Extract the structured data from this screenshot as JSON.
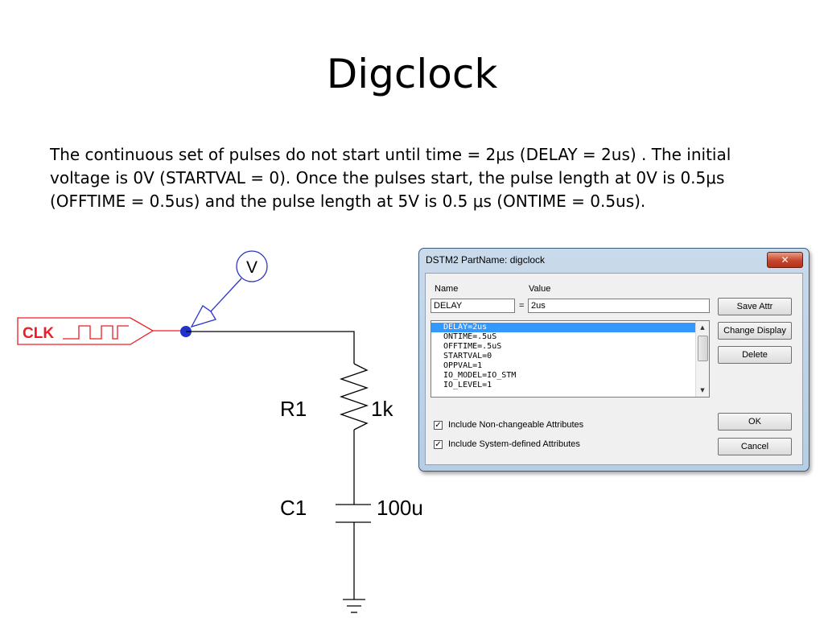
{
  "slide": {
    "title": "Digclock",
    "body": "The continuous set of pulses do not start until time = 2μs (DELAY = 2us) .  The initial voltage is 0V (STARTVAL = 0).  Once the pulses start, the pulse length at 0V is 0.5μs (OFFTIME = 0.5us) and the pulse length at 5V is 0.5 μs (ONTIME = 0.5us)."
  },
  "schematic": {
    "source_label": "CLK",
    "probe_label": "V",
    "resistor_ref": "R1",
    "resistor_value": "1k",
    "capacitor_ref": "C1",
    "capacitor_value": "100u",
    "colors": {
      "source": "#ee1c24",
      "probe": "#2b35c8",
      "wire": "#000000"
    }
  },
  "dialog": {
    "title": "DSTM2   PartName: digclock",
    "close_glyph": "✕",
    "name_header": "Name",
    "value_header": "Value",
    "name_value": "DELAY",
    "equals": "=",
    "value_value": "2us",
    "attributes": [
      "DELAY=2us",
      "ONTIME=.5uS",
      "OFFTIME=.5uS",
      "STARTVAL=0",
      "OPPVAL=1",
      "IO_MODEL=IO_STM",
      "IO_LEVEL=1"
    ],
    "selected_attribute": "DELAY=2us",
    "include_nonchangeable": {
      "label": "Include Non-changeable Attributes",
      "checked": true
    },
    "include_system": {
      "label": "Include System-defined Attributes",
      "checked": true
    },
    "buttons": {
      "save_attr": "Save Attr",
      "change_display": "Change Display",
      "delete": "Delete",
      "ok": "OK",
      "cancel": "Cancel"
    },
    "check_glyph": "✓",
    "scroll_up_glyph": "▲",
    "scroll_down_glyph": "▼"
  }
}
